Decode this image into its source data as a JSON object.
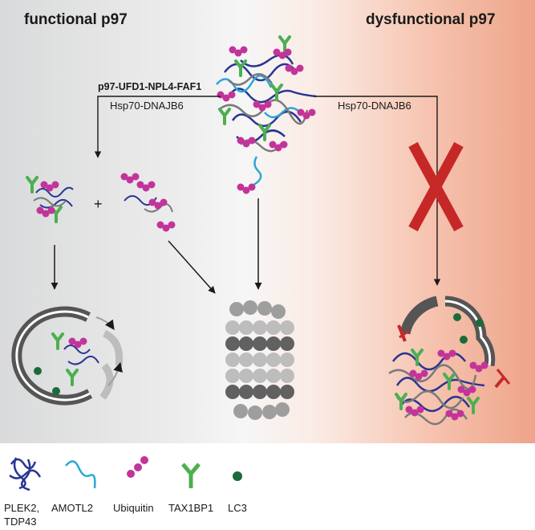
{
  "headers": {
    "left": "functional p97",
    "right": "dysfunctional p97"
  },
  "labels": {
    "complex": "p97-UFD1-NPL4-FAF1",
    "chaperone_left": "Hsp70-DNAJB6",
    "chaperone_right": "Hsp70-DNAJB6",
    "plus": "+"
  },
  "legend": [
    {
      "label_line1": "PLEK2,",
      "label_line2": "TDP43",
      "icon": "tangle-icon",
      "color": "#283593"
    },
    {
      "label_line1": "AMOTL2",
      "label_line2": "",
      "icon": "squiggle-icon",
      "color": "#2aa7d8"
    },
    {
      "label_line1": "Ubiquitin",
      "label_line2": "",
      "icon": "ubiquitin-icon",
      "color": "#c2349a"
    },
    {
      "label_line1": "TAX1BP1",
      "label_line2": "",
      "icon": "receptor-icon",
      "color": "#4caf50"
    },
    {
      "label_line1": "LC3",
      "label_line2": "",
      "icon": "dot-icon",
      "color": "#1b6b3a"
    }
  ],
  "colors": {
    "plek2": "#283593",
    "amotl2": "#2aa7d8",
    "ubiquitin": "#c2349a",
    "tax1bp1": "#4caf50",
    "lc3": "#1b6b3a",
    "inhibition": "#c62828"
  }
}
